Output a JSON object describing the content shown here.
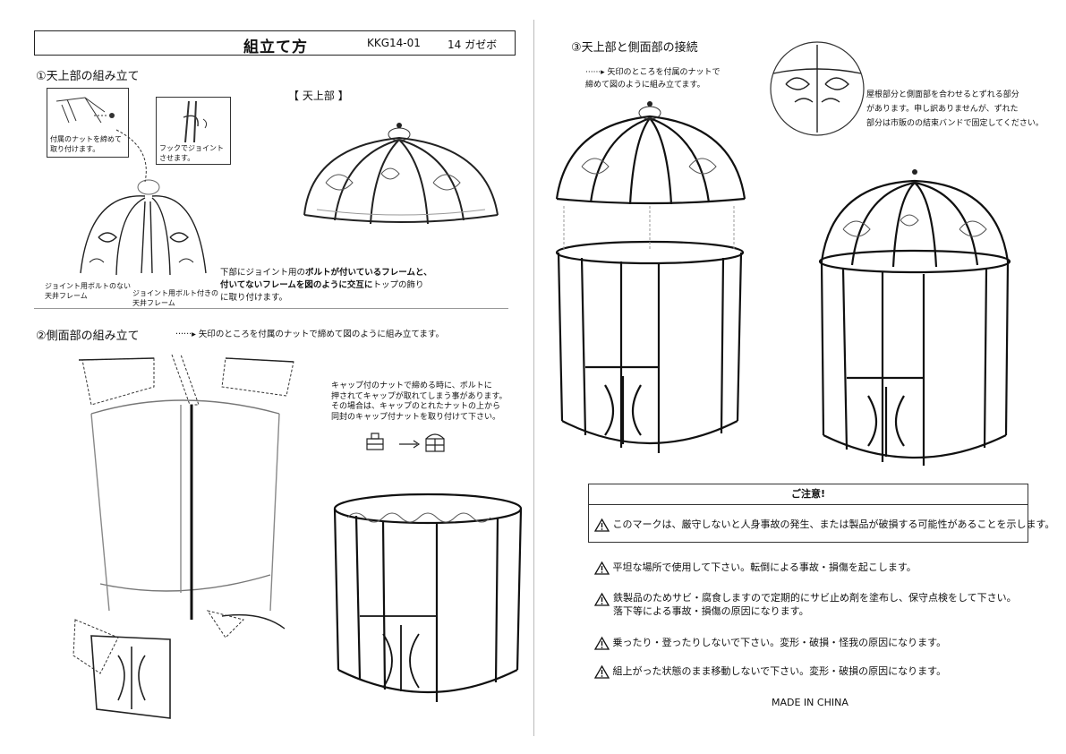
{
  "header": {
    "title": "組立て方",
    "code": "KKG14-01",
    "model": "14 ガゼボ"
  },
  "section1": {
    "title": "①天上部の組み立て",
    "callout_nut": "付属のナットを締めて\n取り付けます。",
    "callout_hook": "フックでジョイント\nさせます。",
    "label_no_bolt": "ジョイント用ボルトのない\n天井フレーム",
    "label_with_bolt": "ジョイント用ボルト付きの\n天井フレーム",
    "dome_label": "【 天上部 】",
    "instruction_line1_pre": "下部にジョイント用の",
    "instruction_line1_bold": "ボルトが付いているフレームと、",
    "instruction_line2_bold": "付いてないフレームを図のように交互に",
    "instruction_line2_post": "トップの飾り",
    "instruction_line3": "に取り付けます。"
  },
  "section2": {
    "title": "②側面部の組み立て",
    "arrow_note": "······▸ 矢印のところを付属のナットで締めて図のように組み立てます。",
    "cap_note": "キャップ付のナットで締める時に、ボルトに\n押されてキャップが取れてしまう事があります。\nその場合は、キャップのとれたナットの上から\n同封のキャップ付ナットを取り付けて下さい。"
  },
  "section3": {
    "title": "③天上部と側面部の接続",
    "arrow_note": "······▸ 矢印のところを付属のナットで\n締めて図のように組み立てます。",
    "band_note": "屋根部分と側面部を合わせるとずれる部分\nがあります。申し訳ありませんが、ずれた\n部分は市販のの結束バンドで固定してください。"
  },
  "caution": {
    "heading": "ご注意!",
    "mark_meaning": "このマークは、厳守しないと人身事故の発生、または製品が破損する可能性があることを示します。",
    "items": [
      "平坦な場所で使用して下さい。転倒による事故・損傷を起こします。",
      "鉄製品のためサビ・腐食しますので定期的にサビ止め剤を塗布し、保守点検をして下さい。\n落下等による事故・損傷の原因になります。",
      "乗ったり・登ったりしないで下さい。変形・破損・怪我の原因になります。",
      "組上がった状態のまま移動しないで下さい。変形・破損の原因になります。"
    ]
  },
  "footer": {
    "origin": "MADE IN CHINA"
  }
}
